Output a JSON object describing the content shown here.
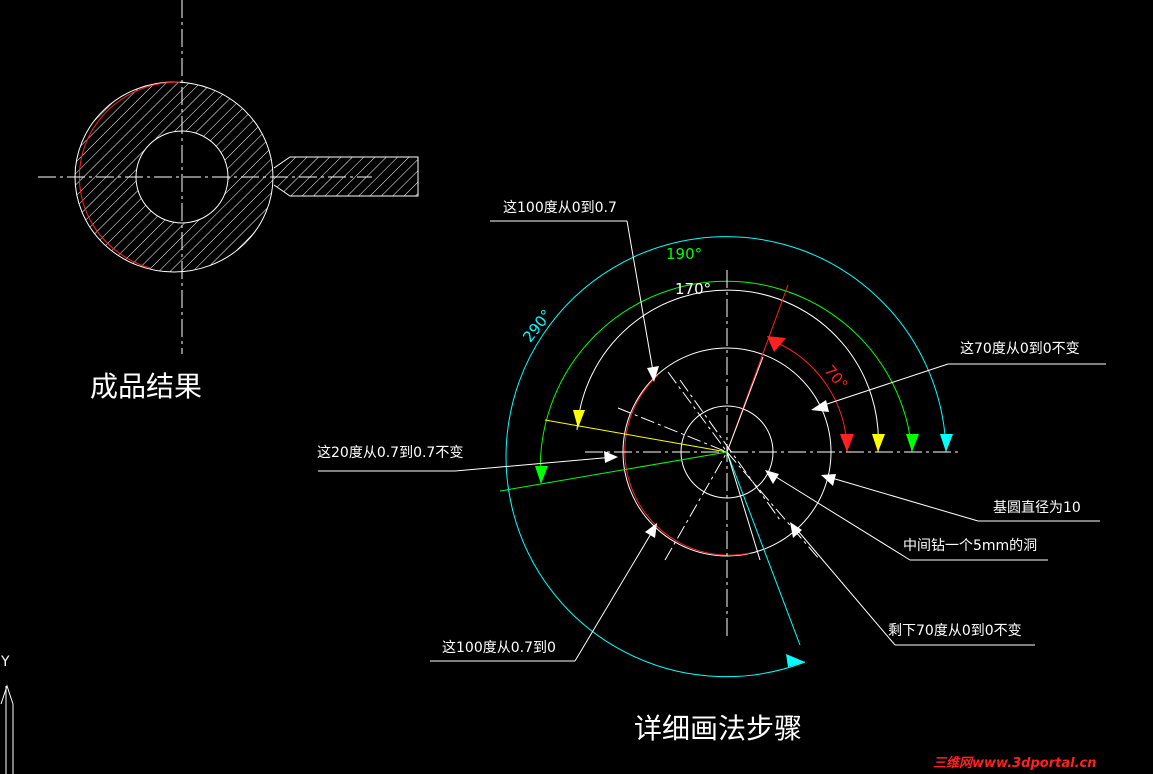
{
  "finished": {
    "title": "成品结果"
  },
  "steps": {
    "title": "详细画法步骤",
    "angles": {
      "a70": "70°",
      "a170": "170°",
      "a190": "190°",
      "a290": "290°"
    },
    "callouts": {
      "rise_100": "这100度从0到0.7",
      "dwell_70": "这70度从0到0不变",
      "dwell_20": "这20度从0.7到0.7不变",
      "base_circle": "基圆直径为10",
      "center_hole": "中间钻一个5mm的洞",
      "remaining_70": "剩下70度从0到0不变",
      "return_100": "这100度从0.7到0"
    }
  },
  "ucs": {
    "axis_label": "Y"
  },
  "watermark": {
    "text": "三维网www.3dportal.cn"
  },
  "colors": {
    "background": "#000000",
    "line": "#ffffff",
    "red": "#ff2020",
    "yellow": "#ffff00",
    "green": "#00ff00",
    "cyan": "#00ffff"
  }
}
